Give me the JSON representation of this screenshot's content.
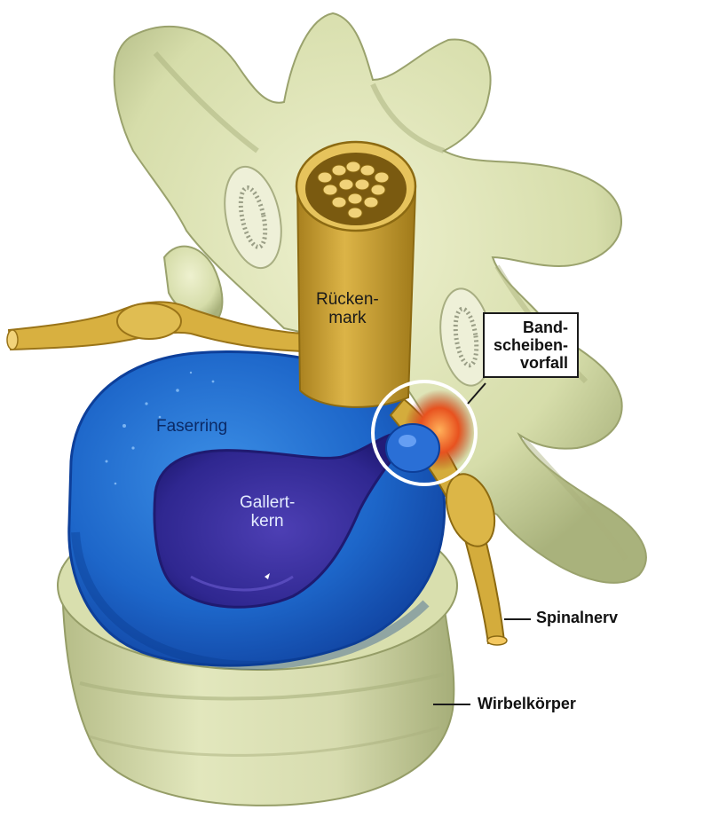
{
  "labels": {
    "rueckenmark": "Rücken-\nmark",
    "bandscheibenvorfall": "Band-\nscheiben-\nvorfall",
    "faserring": "Faserring",
    "gallertkern": "Gallert-\nkern",
    "spinalnerv": "Spinalnerv",
    "wirbelkoerper": "Wirbelkörper"
  },
  "colors": {
    "bone": "#dde3b6",
    "bone_shade": "#aeb683",
    "nerve": "#d2a93a",
    "nerve_dark": "#9a7418",
    "disc_outer": "#1c67c8",
    "disc_edge": "#0d3f9a",
    "nucleus": "#3a2fa0",
    "herniation": "#e8521f",
    "highlight_ring": "#ffffff"
  }
}
